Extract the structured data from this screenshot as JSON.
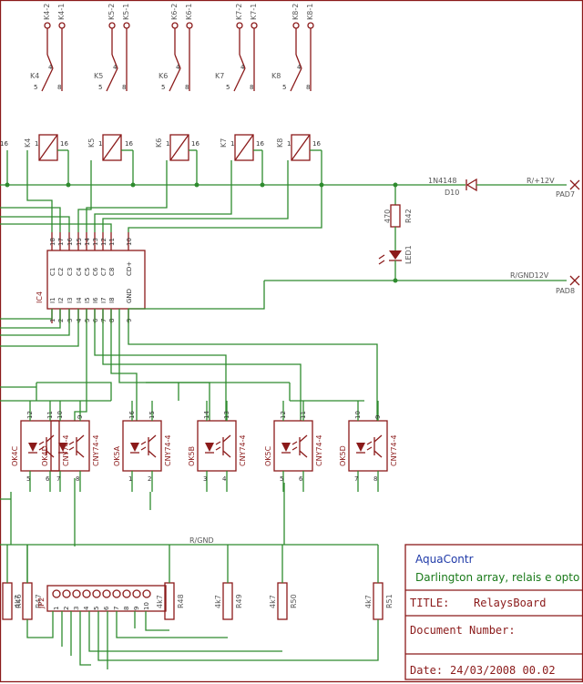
{
  "relay_contacts": [
    {
      "ref": "K4",
      "top": [
        "K4-2",
        "K4-1"
      ]
    },
    {
      "ref": "K5",
      "top": [
        "K5-2",
        "K5-1"
      ]
    },
    {
      "ref": "K6",
      "top": [
        "K6-2",
        "K6-1"
      ]
    },
    {
      "ref": "K7",
      "top": [
        "K7-2",
        "K7-1"
      ]
    },
    {
      "ref": "K8",
      "top": [
        "K8-2",
        "K8-1"
      ]
    }
  ],
  "relay_coils": [
    {
      "ref": "K4"
    },
    {
      "ref": "K5"
    },
    {
      "ref": "K6"
    },
    {
      "ref": "K7"
    },
    {
      "ref": "K8"
    }
  ],
  "top_labels": {
    "k4": "K4",
    "k5": "K5",
    "k6": "K6",
    "k7": "K7",
    "k8": "K8"
  },
  "ic": {
    "ref": "IC4",
    "top_pins": [
      "18",
      "17",
      "16",
      "15",
      "14",
      "13",
      "12",
      "11",
      "10"
    ],
    "top_names": [
      "C1",
      "C2",
      "C3",
      "C4",
      "C5",
      "C6",
      "C7",
      "C8",
      "CD+"
    ],
    "bottom_pins": [
      "1",
      "2",
      "3",
      "4",
      "5",
      "6",
      "7",
      "8",
      "9"
    ],
    "bottom_names": [
      "I1",
      "I2",
      "I3",
      "I4",
      "I5",
      "I6",
      "I7",
      "I8",
      "GND"
    ]
  },
  "diode": {
    "part": "1N4148",
    "ref": "D10"
  },
  "resistor_top": {
    "value": "470",
    "ref": "R42"
  },
  "led": {
    "ref": "LED1"
  },
  "nets": {
    "plus12": "R/+12V",
    "gnd12": "R/GND12V",
    "rgnd": "R/GND"
  },
  "pads": {
    "pad7": "PAD7",
    "pad8": "PAD8"
  },
  "optos": [
    {
      "ref": "OK4C",
      "part": "CNY74-4",
      "pins": [
        "12",
        "11",
        "5",
        "6"
      ]
    },
    {
      "ref": "OK4D",
      "part": "CNY74-4",
      "pins": [
        "10",
        "9",
        "7",
        "8"
      ]
    },
    {
      "ref": "OK5A",
      "part": "CNY74-4",
      "pins": [
        "16",
        "15",
        "1",
        "2"
      ]
    },
    {
      "ref": "OK5B",
      "part": "CNY74-4",
      "pins": [
        "14",
        "13",
        "3",
        "4"
      ]
    },
    {
      "ref": "OK5C",
      "part": "CNY74-4",
      "pins": [
        "12",
        "11",
        "5",
        "6"
      ]
    },
    {
      "ref": "OK5D",
      "part": "CNY74-4",
      "pins": [
        "10",
        "9",
        "7",
        "8"
      ]
    }
  ],
  "resistors_bottom": [
    {
      "value": "4k7",
      "ref": "R46"
    },
    {
      "value": "4k7",
      "ref": "R47"
    },
    {
      "value": "4k7",
      "ref": "R48"
    },
    {
      "value": "4k7",
      "ref": "R49"
    },
    {
      "value": "4k7",
      "ref": "R50"
    },
    {
      "value": "4k7",
      "ref": "R51"
    }
  ],
  "connector": {
    "ref": "JP2",
    "pins": [
      "1",
      "2",
      "3",
      "4",
      "5",
      "6",
      "7",
      "8",
      "9",
      "10"
    ]
  },
  "title_block": {
    "project": "AquaContr",
    "description": "Darlington array, relais e opto",
    "title_label": "TITLE:",
    "title_value": "RelaysBoard",
    "doc_label": "Document Number:",
    "date_label": "Date:",
    "date_value": "24/03/2008 00.02"
  },
  "colors": {
    "wire": "#2e8b2e",
    "symbol": "#8b1a1a",
    "frame": "#8b1a1a"
  }
}
